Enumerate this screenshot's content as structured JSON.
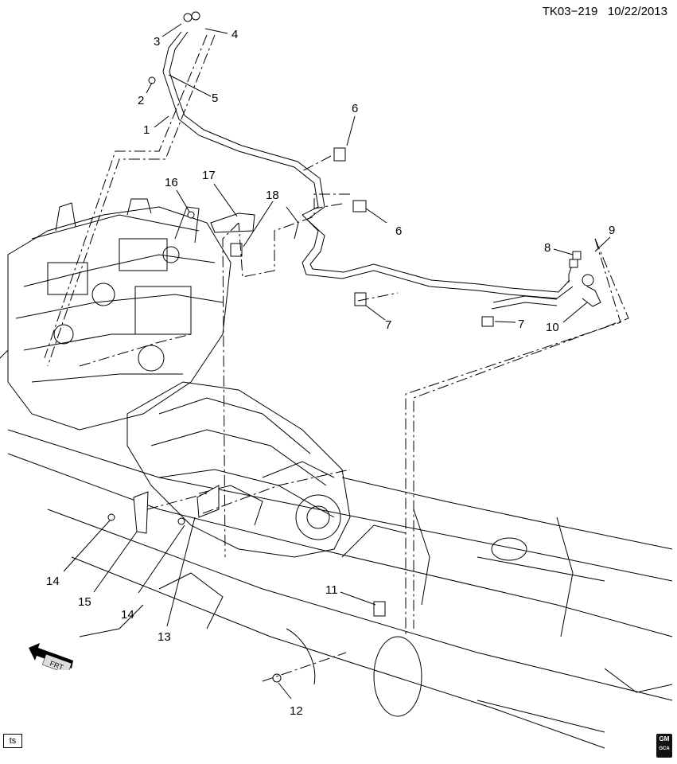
{
  "header": {
    "doc_id": "TK03−219",
    "date": "10/22/2013"
  },
  "callouts": [
    "1",
    "2",
    "3",
    "4",
    "5",
    "6",
    "6",
    "7",
    "7",
    "8",
    "9",
    "10",
    "11",
    "12",
    "13",
    "14",
    "14",
    "15",
    "16",
    "17",
    "18"
  ],
  "footer": {
    "ts_label": "ts",
    "logo_text_top": "GM",
    "logo_text_bottom": "GCA"
  },
  "frt_label": "FRT",
  "colors": {
    "line": "#000000",
    "gray": "#555555",
    "background": "#ffffff"
  }
}
